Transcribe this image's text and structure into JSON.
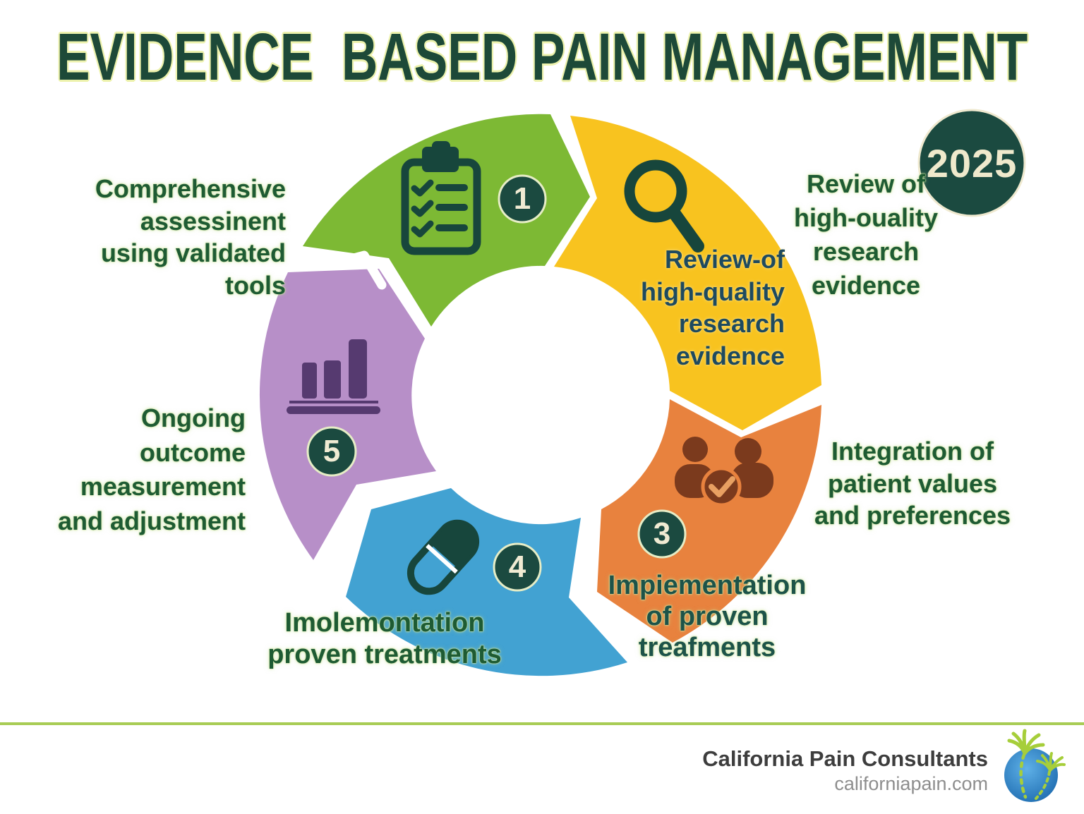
{
  "title": "EVIDENCE  BASED PAIN MANAGEMENT",
  "year": "2025",
  "colors": {
    "green": "#7db934",
    "yellow": "#f8c31f",
    "orange": "#e8823e",
    "blue": "#42a2d2",
    "purple": "#b78fc8",
    "badge_teal": "#1b4a40",
    "cream": "#f0ebd3",
    "title_green": "#1d4938",
    "label_green": "#1e5b33",
    "yellow_text": "#1e4a5f",
    "orange_text": "#1d5349",
    "icon_teal": "#17463c",
    "bar_purple": "#563a70",
    "people_brown": "#7b3a1d",
    "people_check": "#e8a062",
    "divider_green": "#a8cc55",
    "footer_dark": "#3d3d3d",
    "footer_gray": "#8e8e8e",
    "logo_blue_light": "#5fb1e8",
    "logo_blue_dark": "#1e6cb0",
    "palm_green": "#a6ce3a"
  },
  "steps": [
    {
      "number": "1",
      "icon": "clipboard-checklist-icon",
      "color": "#7db934"
    },
    {
      "number": "",
      "icon": "magnifier-icon",
      "color": "#f8c31f"
    },
    {
      "number": "3",
      "icon": "people-check-icon",
      "color": "#e8823e"
    },
    {
      "number": "4",
      "icon": "pill-icon",
      "color": "#42a2d2"
    },
    {
      "number": "5",
      "icon": "bar-chart-icon",
      "color": "#b78fc8"
    }
  ],
  "labels": {
    "top_left": [
      "Comprehensive",
      "assessinent",
      "using validated",
      "tools"
    ],
    "top_right": [
      "Review of",
      "high-ouality",
      "research",
      "evidence"
    ],
    "right": [
      "Integration of",
      "patient values",
      "and preferences"
    ],
    "left": [
      "Ongoing",
      "outcome",
      "measurement",
      "and adjustment"
    ],
    "bottom_left": [
      "Imolemontation",
      "proven treatments"
    ],
    "yellow_inner": [
      "Review-of",
      "high-quality",
      "research",
      "evidence"
    ],
    "orange_inner": [
      "Impiementation",
      "of proven",
      "treafments"
    ]
  },
  "footer": {
    "company": "California Pain Consultants",
    "website": "californiapain.com",
    "logo": "globe-palm-trees-logo"
  }
}
